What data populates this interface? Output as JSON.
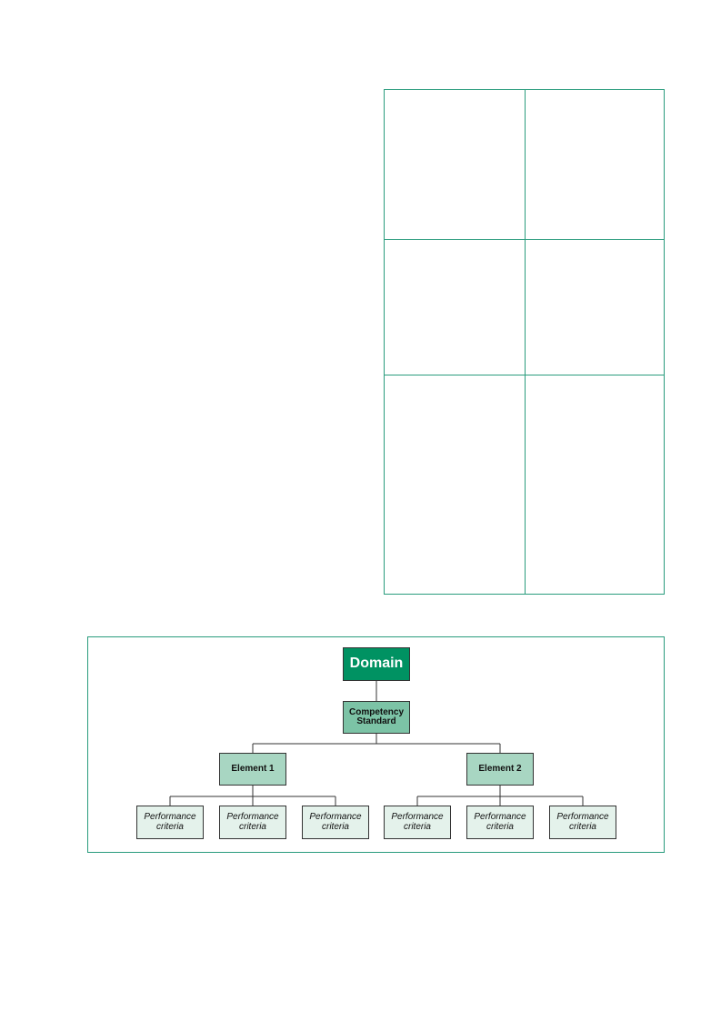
{
  "colors": {
    "table_border": "#2a9c7d",
    "domain_fill": "#009262",
    "standard_fill": "#7cc3a6",
    "element_fill": "#a8d6c2",
    "criteria_fill": "#e4f2eb"
  },
  "table": {
    "columns": 2,
    "rows": 3,
    "cells": [
      "",
      "",
      "",
      "",
      "",
      ""
    ]
  },
  "diagram": {
    "domain": "Domain",
    "standard": "Competency\nStandard",
    "elements": [
      {
        "label": "Element 1",
        "criteria": [
          "Performance\ncriteria",
          "Performance\ncriteria",
          "Performance\ncriteria"
        ]
      },
      {
        "label": "Element 2",
        "criteria": [
          "Performance\ncriteria",
          "Performance\ncriteria",
          "Performance\ncriteria"
        ]
      }
    ]
  }
}
